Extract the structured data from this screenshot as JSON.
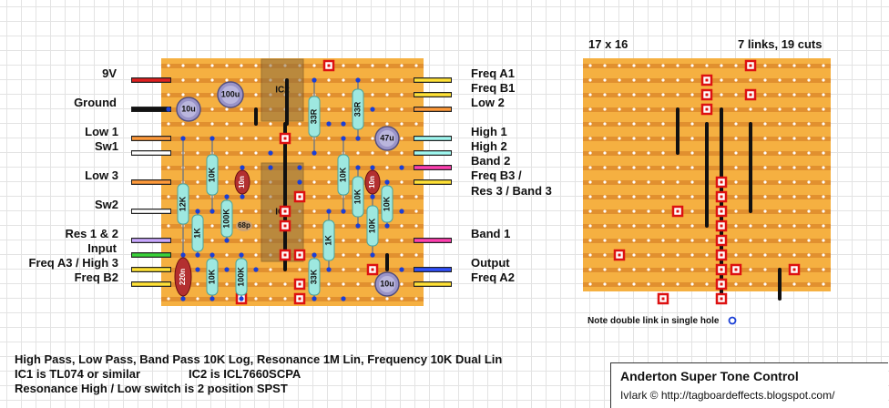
{
  "left_labels": [
    "9V",
    "Ground",
    "Low 1",
    "Sw1",
    "Low 3",
    "Sw2",
    "Res 1 & 2",
    "Input",
    "Freq A3 / High 3",
    "Freq B2"
  ],
  "right_labels": [
    "Freq A1",
    "Freq B1",
    "Low 2",
    "High 1",
    "High 2",
    "Band 2",
    "Freq B3 /",
    "Res 3 / Band 3",
    "Band 1",
    "Output",
    "Freq A2"
  ],
  "component_labels": {
    "c100u": "100u",
    "c10u_top": "10u",
    "c47u": "47u",
    "c10n_a": "10n",
    "c10n_b": "10n",
    "c68p": "68p",
    "c220n": "220n",
    "c10u_bot": "10u",
    "ic2": "IC2",
    "ic1": "IC1",
    "r12k": "12K",
    "r10k_a": "10K",
    "r100k_a": "100K",
    "r1k_a": "1K",
    "r10k_b": "10K",
    "r100k_b": "100K",
    "r33r": "33R",
    "r33r_b": "33R",
    "r10k_c": "10K",
    "r10k_d": "10K",
    "r10k_e": "10K",
    "r1k_b": "1K",
    "r33k": "33K",
    "r10k_f": "10K"
  },
  "cut_board": {
    "size": "17 x 16",
    "summary": "7 links, 19 cuts",
    "note": "Note double link in single hole"
  },
  "notes": [
    "High Pass, Low Pass, Band Pass 10K Log, Resonance 1M Lin, Frequency 10K Dual Lin",
    "IC1 is TL074 or similar",
    "IC2 is ICL7660SCPA",
    "Resonance High / Low switch is 2 position SPST"
  ],
  "title": "Anderton Super Tone Control",
  "credit": "IvIark © http://tagboardeffects.blogspot.com/",
  "colors": {
    "board": "#f5b041",
    "strip": "#d9862a",
    "cut": "#dd1111",
    "link": "#111111",
    "resistor": "#9ee8e0",
    "cap_film": "#b33030",
    "electrolytic": "#9a94c8",
    "ic": "#8a6a3a"
  }
}
